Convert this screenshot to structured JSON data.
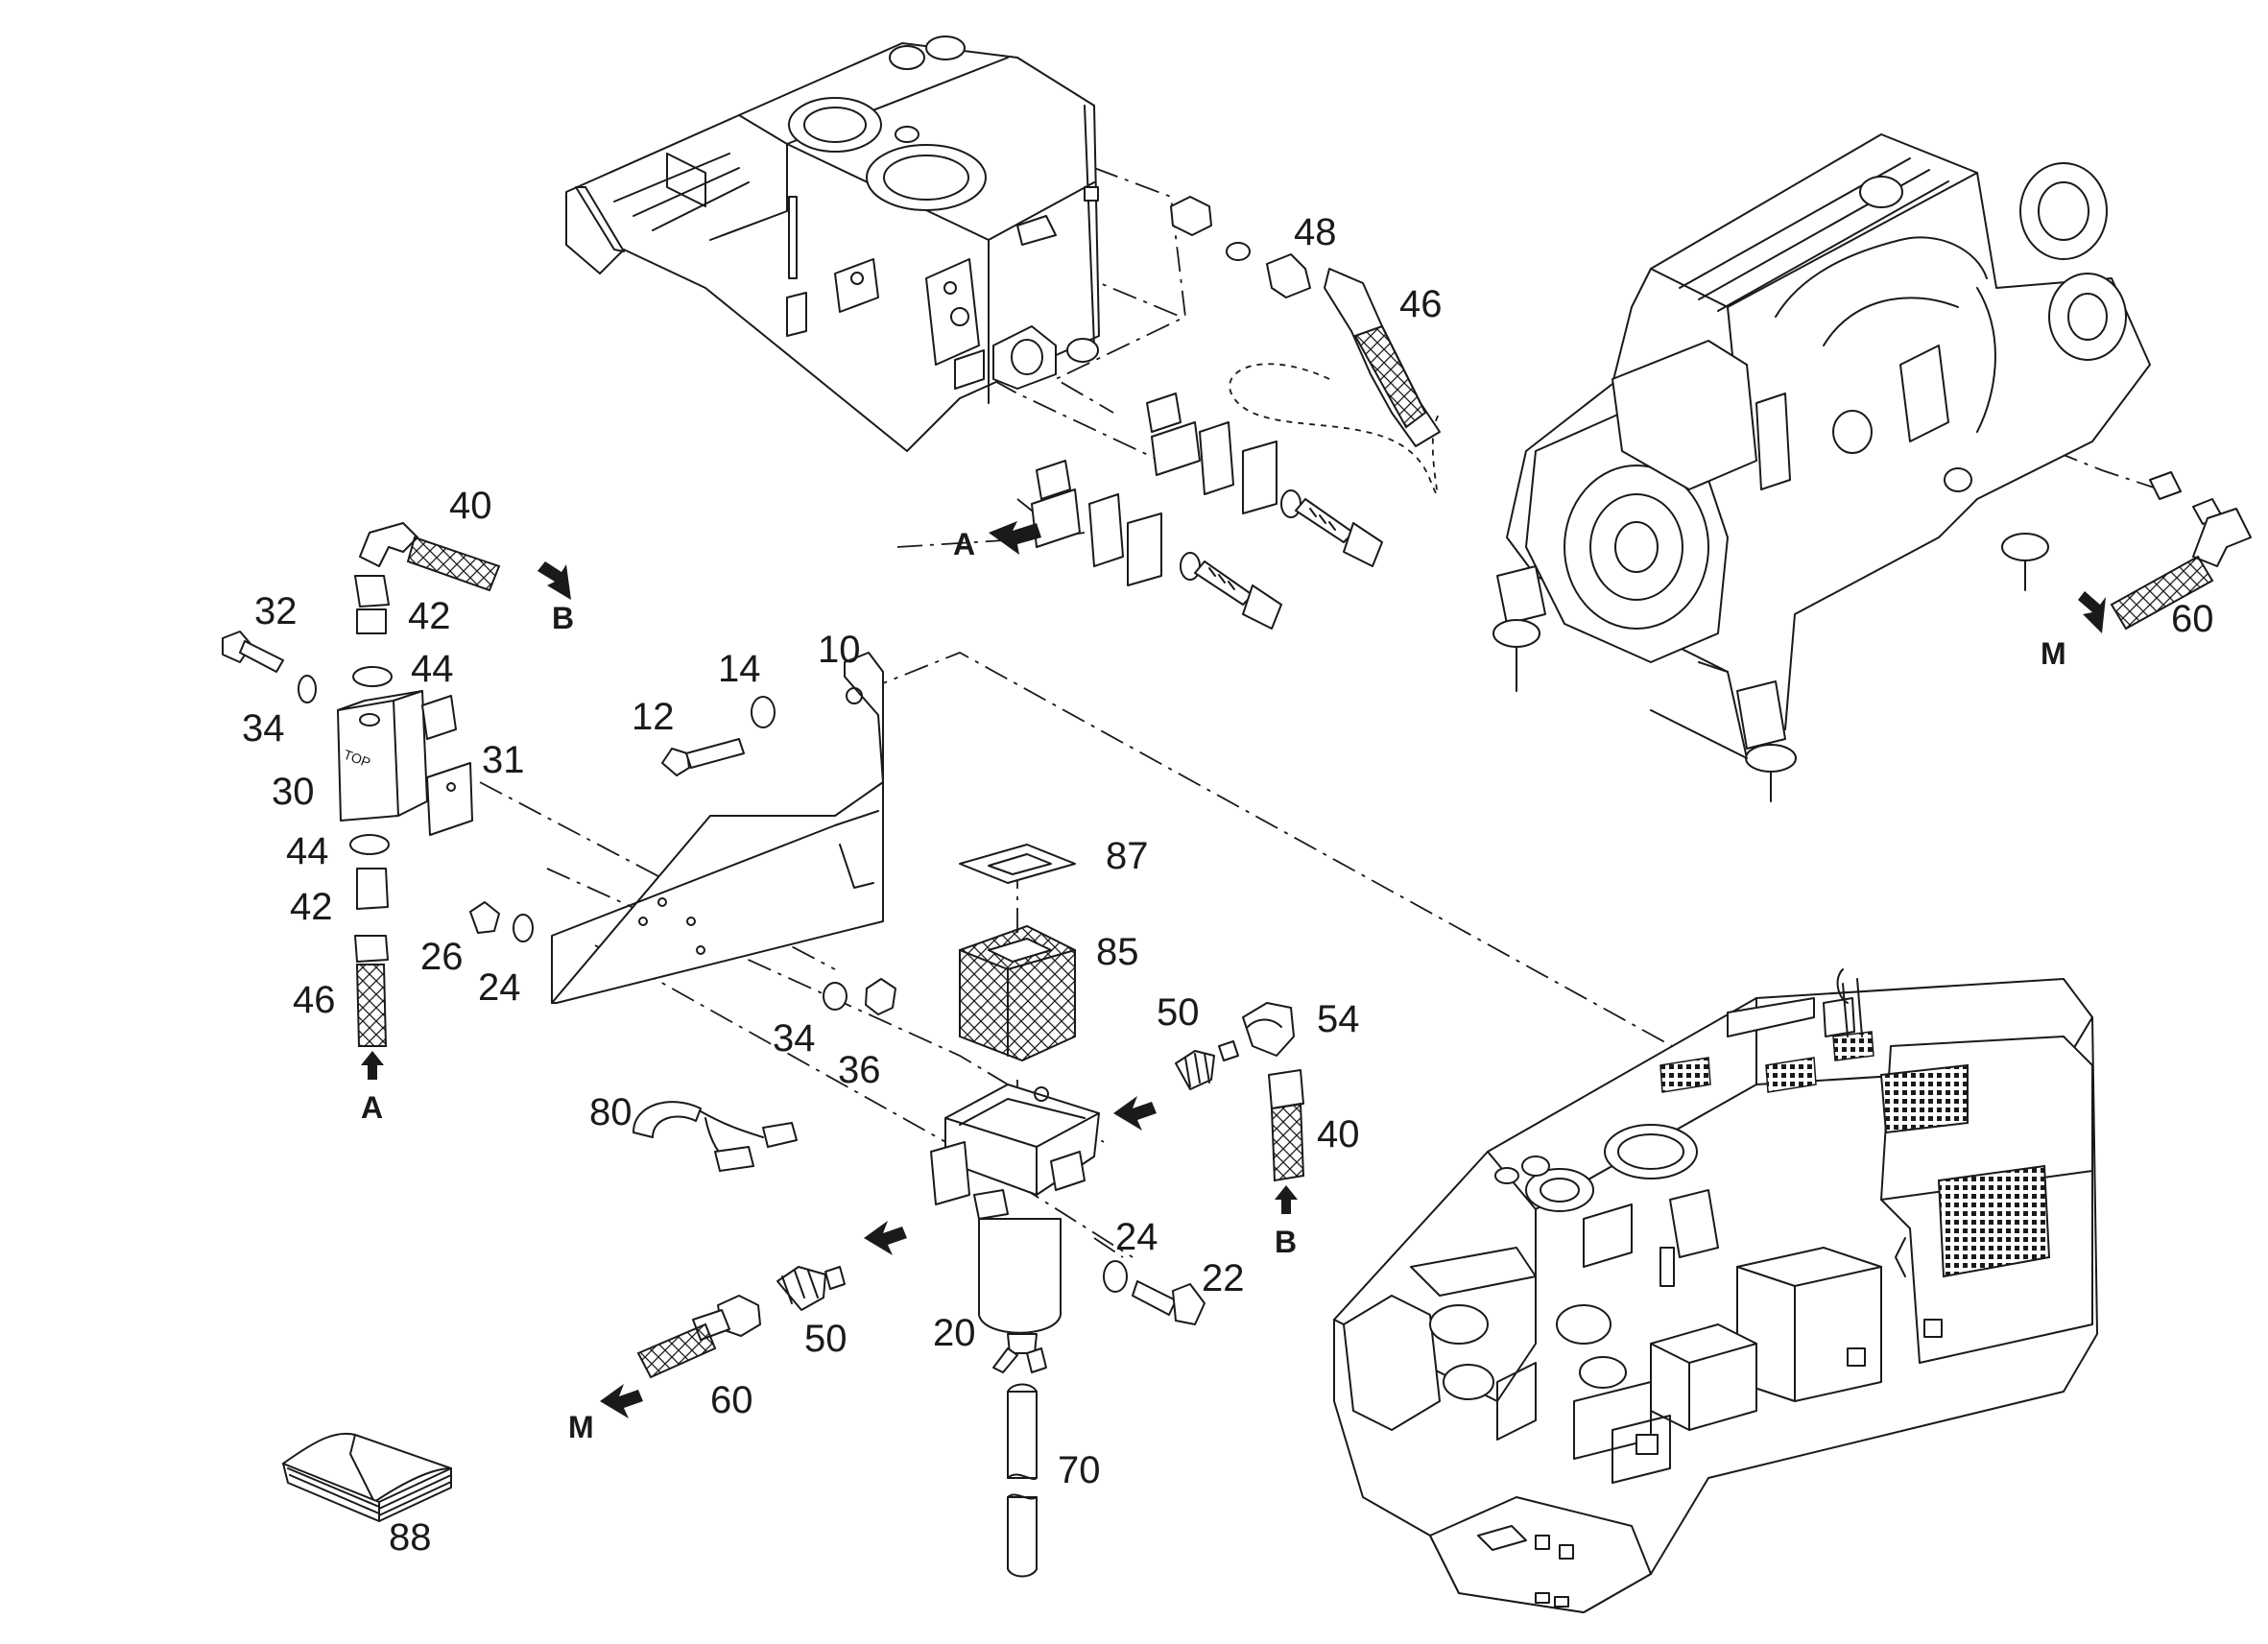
{
  "diagram": {
    "part_numbers": {
      "n48": "48",
      "n46a": "46",
      "n40a": "40",
      "n42a": "42",
      "n44a": "44",
      "n32": "32",
      "n34a": "34",
      "n30": "30",
      "n31": "31",
      "n44b": "44",
      "n42b": "42",
      "n46b": "46",
      "n14": "14",
      "n10": "10",
      "n12": "12",
      "n87": "87",
      "n85": "85",
      "n26": "26",
      "n24a": "24",
      "n34b": "34",
      "n36": "36",
      "n50a": "50",
      "n54": "54",
      "n40b": "40",
      "n80": "80",
      "n24b": "24",
      "n22": "22",
      "n20": "20",
      "n50b": "50",
      "n60a": "60",
      "n70": "70",
      "n88": "88",
      "n60b": "60"
    },
    "flow_refs": {
      "A_top": "A",
      "B_top": "B",
      "A_bottom": "A",
      "B_bottom": "B",
      "M_left": "M",
      "M_right": "M"
    },
    "stamp_text": "TOP"
  }
}
